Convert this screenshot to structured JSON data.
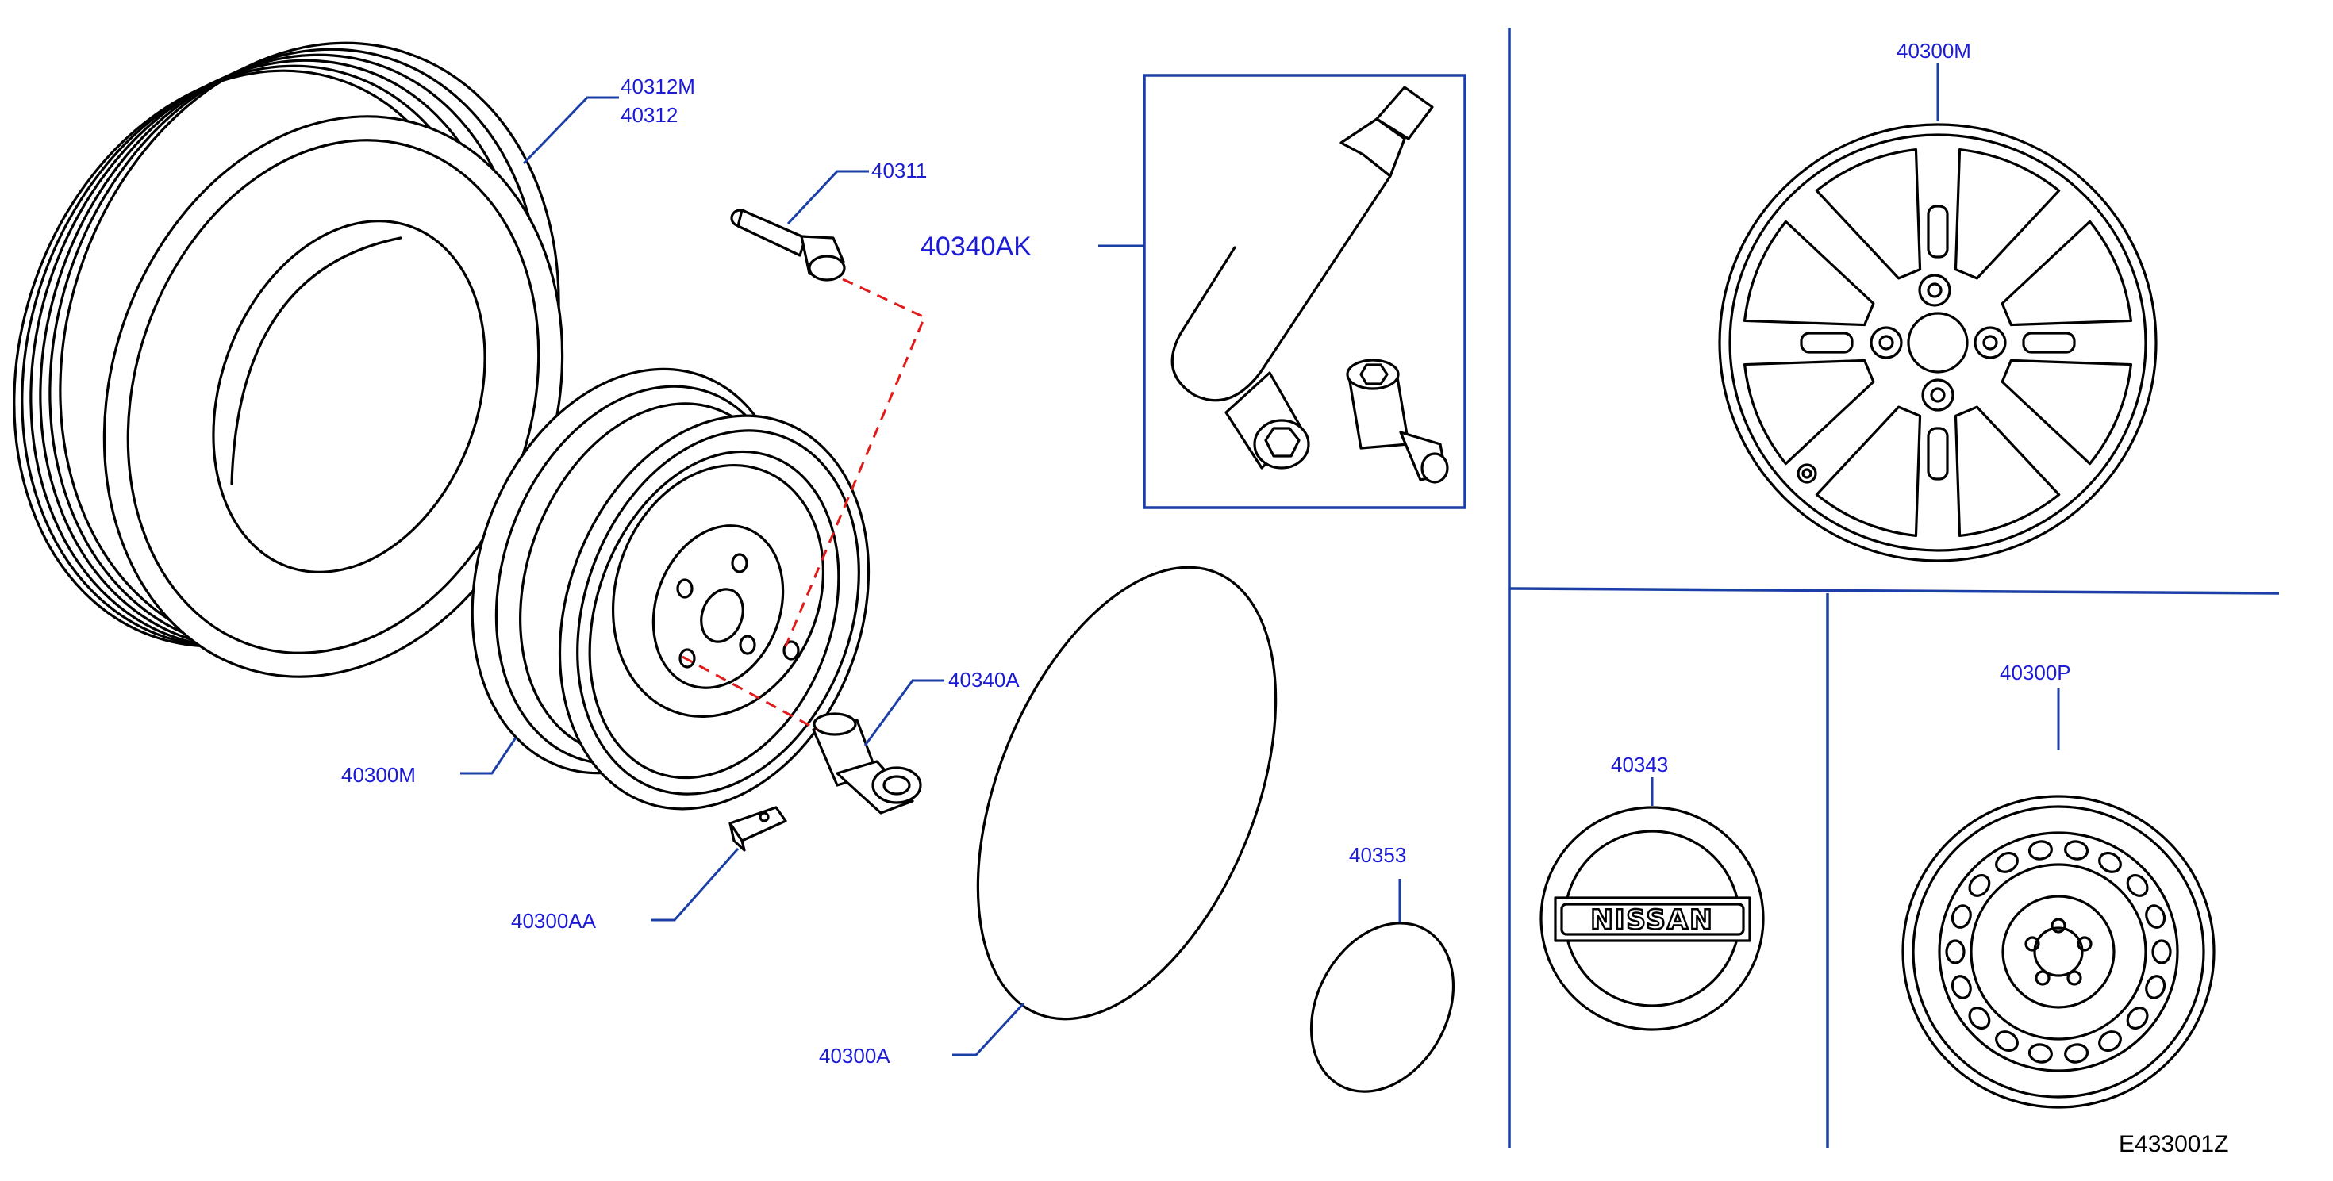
{
  "labels": {
    "tire": [
      "40312M",
      "40312"
    ],
    "valve": "40311",
    "lock_set": "40340AK",
    "steel_wheel": "40300M",
    "lock_nut": "40340A",
    "balance_weight": "40300AA",
    "wheel_cover": "40300A",
    "cap_small": "40353",
    "alloy_wheel": "40300M",
    "center_cap": "40343",
    "steel_wheel_p": "40300P"
  },
  "center_cap_text": "NISSAN",
  "figure_code": "E433001Z",
  "colors": {
    "label": "#1b1bd6",
    "leader": "#1b3fa6",
    "dashed": "#e21a1a",
    "ink": "#000000"
  }
}
